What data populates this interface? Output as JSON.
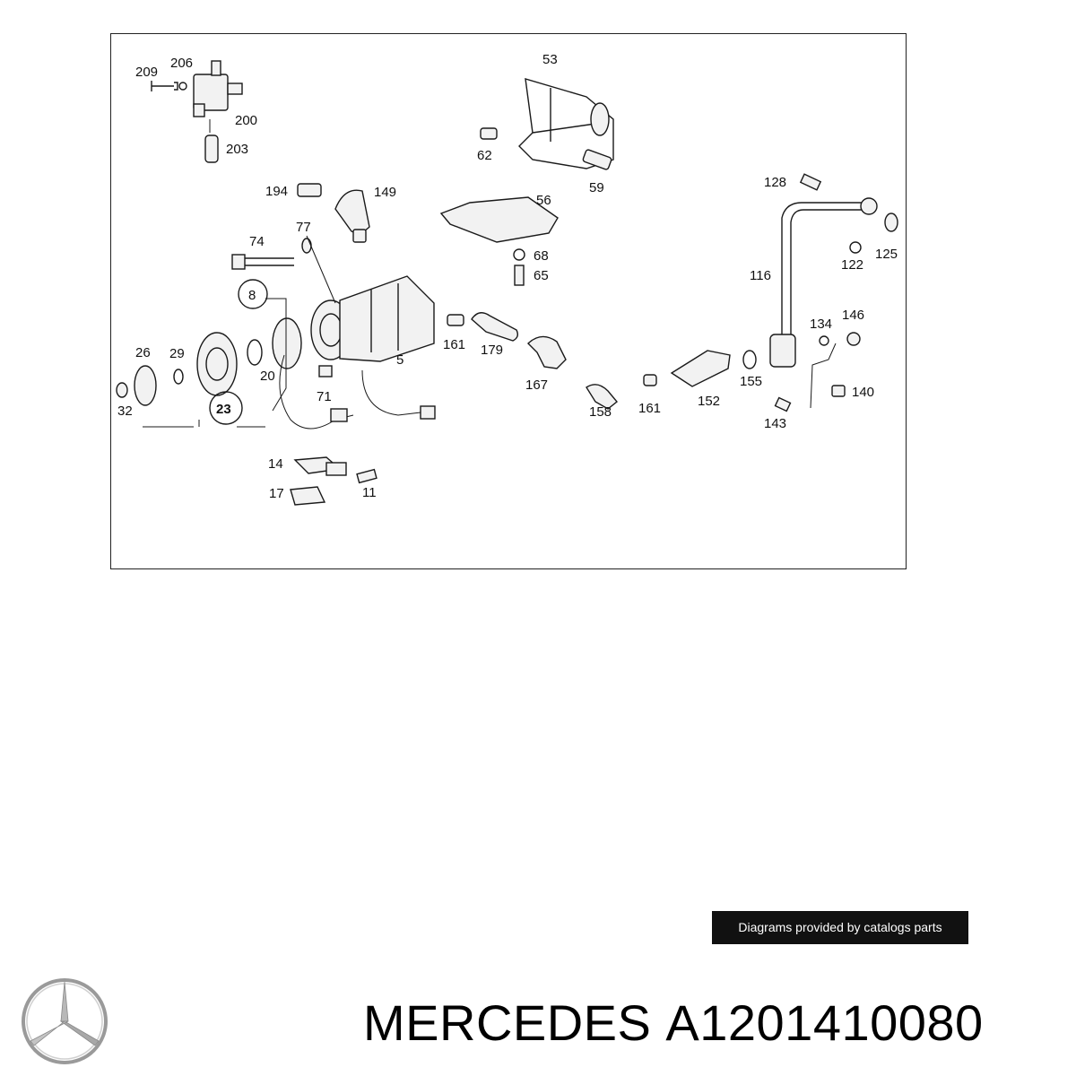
{
  "diagram": {
    "callouts": [
      "209",
      "206",
      "200",
      "203",
      "53",
      "62",
      "59",
      "194",
      "149",
      "56",
      "68",
      "65",
      "128",
      "125",
      "122",
      "116",
      "74",
      "77",
      "8",
      "26",
      "29",
      "20",
      "32",
      "23",
      "5",
      "71",
      "161",
      "179",
      "167",
      "158",
      "161",
      "152",
      "155",
      "134",
      "146",
      "143",
      "140",
      "14",
      "17",
      "11"
    ]
  },
  "credit": "Diagrams provided by catalogs parts",
  "brand": "MERCEDES",
  "part_number": "A1201410080",
  "logo_icon": "mercedes-star-icon"
}
